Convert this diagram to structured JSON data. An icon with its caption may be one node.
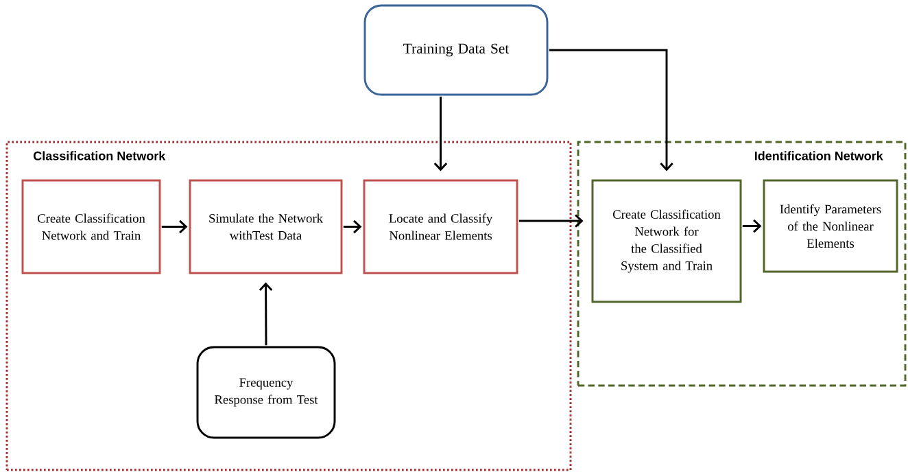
{
  "diagram": {
    "nodes": [
      {
        "text": [
          "Training Data Set"
        ]
      },
      {
        "text": [
          "Classification Network"
        ]
      },
      {
        "text": [
          "Identification Network"
        ]
      },
      {
        "text": [
          "Create Classification Network and Train"
        ],
        "in": 1
      },
      {
        "text": [
          "Simulate the Network withTest Data"
        ],
        "in": 1
      },
      {
        "text": [
          "Locate and Classify Nonlinear Elements"
        ],
        "in": 1
      },
      {
        "text": [
          "Frequency Response from Test"
        ],
        "in": 1
      },
      {
        "text": [
          "Create Classification Network for the Classified System and Train"
        ],
        "in": 2
      },
      {
        "text": [
          "Identify Parameters of the Nonlinear Elements"
        ],
        "in": 2
      }
    ],
    "edges": [
      {
        "from": 0,
        "to": 5,
        "arrow": "to"
      },
      {
        "from": 0,
        "to": 7,
        "arrow": "to"
      },
      {
        "from": 3,
        "to": 4,
        "arrow": "to"
      },
      {
        "from": 4,
        "to": 5,
        "arrow": "to"
      },
      {
        "from": 6,
        "to": 4,
        "arrow": "to"
      },
      {
        "from": 5,
        "to": 7,
        "arrow": "to"
      },
      {
        "from": 7,
        "to": 8,
        "arrow": "to"
      }
    ]
  }
}
